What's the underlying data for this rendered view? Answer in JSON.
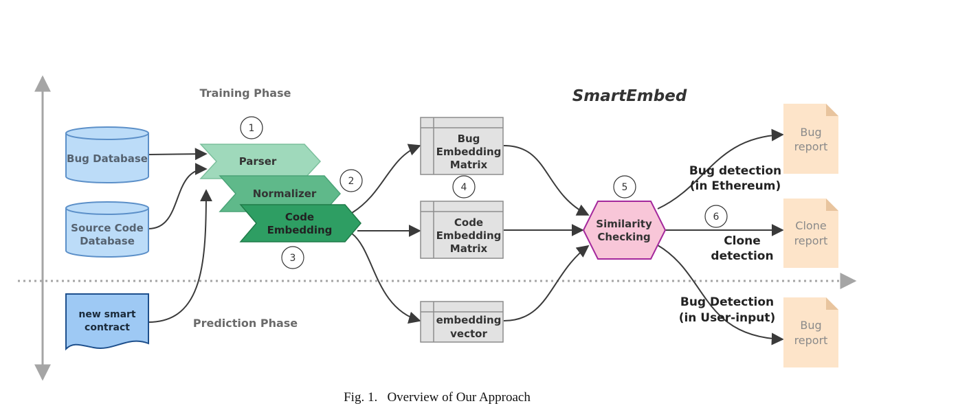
{
  "phases": {
    "training": "Training Phase",
    "prediction": "Prediction Phase"
  },
  "title": "SmartEmbed",
  "inputs": {
    "bug_db": "Bug Database",
    "source_db": [
      "Source Code",
      "Database"
    ],
    "new_contract": [
      "new smart",
      "contract"
    ]
  },
  "pipeline": {
    "parser": "Parser",
    "normalizer": "Normalizer",
    "code_embedding": [
      "Code",
      "Embedding"
    ]
  },
  "matrices": {
    "bug": [
      "Bug",
      "Embedding",
      "Matrix"
    ],
    "code": [
      "Code",
      "Embedding",
      "Matrix"
    ],
    "vector": [
      "embedding",
      "vector"
    ]
  },
  "similarity": [
    "Similarity",
    "Checking"
  ],
  "steps": [
    "1",
    "2",
    "3",
    "4",
    "5",
    "6"
  ],
  "outputs": {
    "bug_report_1": [
      "Bug",
      "report"
    ],
    "clone_report": [
      "Clone",
      "report"
    ],
    "bug_report_2": [
      "Bug",
      "report"
    ]
  },
  "edge_labels": {
    "bug_eth": [
      "Bug detection",
      "(in Ethereum)"
    ],
    "clone": [
      "Clone",
      "detection"
    ],
    "bug_user": [
      "Bug Detection",
      "(in User-input)"
    ]
  },
  "caption": "Fig. 1.   Overview of Our Approach",
  "colors": {
    "db_fill": "#bcdcf8",
    "db_stroke": "#5b8fc8",
    "contract_fill": "#9ec9f4",
    "parser_fill": "#9fd9bb",
    "normalizer_fill": "#5fb98a",
    "embedding_fill": "#2e9e63",
    "matrix_fill": "#e2e2e2",
    "similarity_fill": "#f8c6d8",
    "similarity_stroke": "#a4289c",
    "report_fill": "#fde4c9",
    "arrow": "#3a3a3a",
    "axis": "#a5a5a5"
  }
}
